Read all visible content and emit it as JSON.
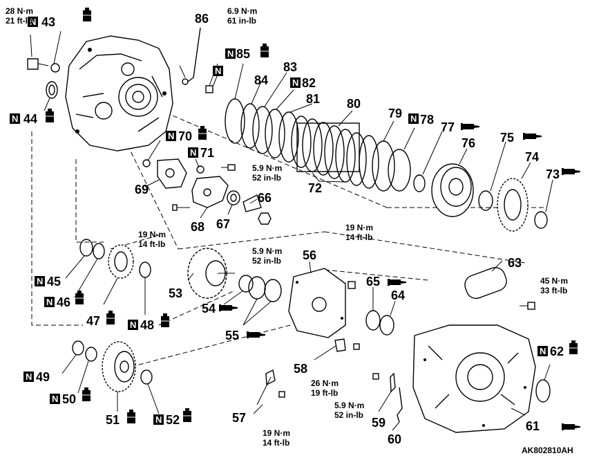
{
  "figure_code": "AK802810AH",
  "new_part_mark": "N",
  "icons": [
    "N-new-part-box",
    "oil-can-icon",
    "grease-tube-icon"
  ],
  "callouts": {
    "p43": "43",
    "p44": "44",
    "p45": "45",
    "p46": "46",
    "p47": "47",
    "p48": "48",
    "p49": "49",
    "p50": "50",
    "p51": "51",
    "p52": "52",
    "p53": "53",
    "p54": "54",
    "p55": "55",
    "p56": "56",
    "p57": "57",
    "p58": "58",
    "p59": "59",
    "p60": "60",
    "p61": "61",
    "p62": "62",
    "p63": "63",
    "p64": "64",
    "p65": "65",
    "p66": "66",
    "p67": "67",
    "p68": "68",
    "p69": "69",
    "p70": "70",
    "p71": "71",
    "p72": "72",
    "p73": "73",
    "p74": "74",
    "p75": "75",
    "p76": "76",
    "p77": "77",
    "p78": "78",
    "p79": "79",
    "p80": "80",
    "p81": "81",
    "p82": "82",
    "p83": "83",
    "p84": "84",
    "p85": "85",
    "p86": "86"
  },
  "torques": {
    "t28": {
      "nm": "28 N·m",
      "imp": "21 ft-lb"
    },
    "t69a": {
      "nm": "6.9 N·m",
      "imp": "61 in-lb"
    },
    "t59a": {
      "nm": "5.9 N·m",
      "imp": "52 in-lb"
    },
    "t19a": {
      "nm": "19 N·m",
      "imp": "14 ft-lb"
    },
    "t59b": {
      "nm": "5.9 N·m",
      "imp": "52 in-lb"
    },
    "t19b": {
      "nm": "19 N·m",
      "imp": "14 ft-lb"
    },
    "t45": {
      "nm": "45 N·m",
      "imp": "33 ft-lb"
    },
    "t26": {
      "nm": "26 N·m",
      "imp": "19 ft-lb"
    },
    "t59c": {
      "nm": "5.9 N·m",
      "imp": "52 in-lb"
    },
    "t19c": {
      "nm": "19 N·m",
      "imp": "14 ft-lb"
    }
  }
}
